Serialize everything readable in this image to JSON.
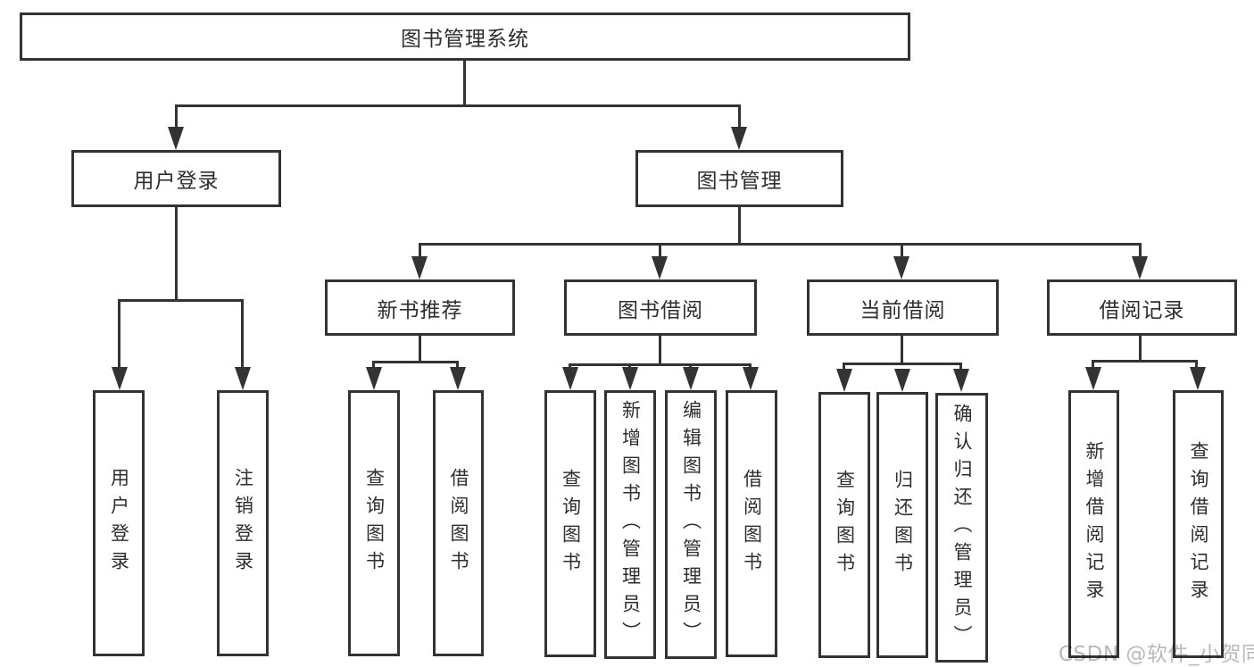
{
  "diagram": {
    "type": "hierarchy-tree",
    "orientation": "top-down",
    "tree": {
      "label": "图书管理系统",
      "children": [
        {
          "label": "用户登录",
          "children": [
            {
              "label": "用户登录"
            },
            {
              "label": "注销登录"
            }
          ]
        },
        {
          "label": "图书管理",
          "children": [
            {
              "label": "新书推荐",
              "children": [
                {
                  "label": "查询图书"
                },
                {
                  "label": "借阅图书"
                }
              ]
            },
            {
              "label": "图书借阅",
              "children": [
                {
                  "label": "查询图书"
                },
                {
                  "label": "新增图书（管理员）"
                },
                {
                  "label": "编辑图书（管理员）"
                },
                {
                  "label": "借阅图书"
                }
              ]
            },
            {
              "label": "当前借阅",
              "children": [
                {
                  "label": "查询图书"
                },
                {
                  "label": "归还图书"
                },
                {
                  "label": "确认归还（管理员）"
                }
              ]
            },
            {
              "label": "借阅记录",
              "children": [
                {
                  "label": "新增借阅记录"
                },
                {
                  "label": "查询借阅记录"
                }
              ]
            }
          ]
        }
      ]
    },
    "colors": {
      "line": "#333333",
      "box_border": "#333333",
      "box_fill": "#ffffff",
      "text": "#2e2e2e",
      "background": "#ffffff",
      "watermark": "#b9b9b9"
    }
  },
  "watermark": {
    "text": "CSDN @软件_小贺同学"
  }
}
